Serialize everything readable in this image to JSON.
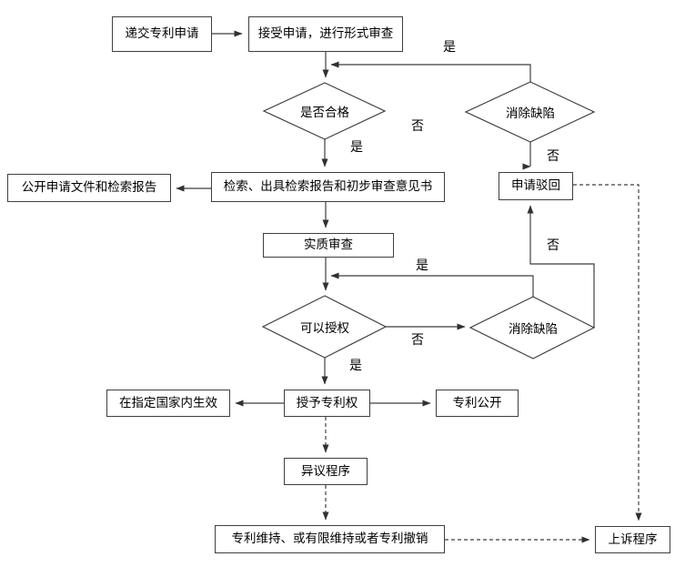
{
  "diagram": {
    "type": "flowchart",
    "subject": "patent-application-examination-process",
    "background": "#ffffff",
    "stroke_color": "#3f3f3f",
    "text_color": "#000000",
    "nodes": {
      "submit": {
        "label": "递交专利申请",
        "shape": "rect"
      },
      "accept": {
        "label": "接受申请，进行形式审查",
        "shape": "rect"
      },
      "qualify": {
        "label": "是否合格",
        "shape": "diamond"
      },
      "eliminate_top": {
        "label": "消除缺陷",
        "shape": "diamond"
      },
      "reject": {
        "label": "申请驳回",
        "shape": "rect"
      },
      "publish_docs": {
        "label": "公开申请文件和检索报告",
        "shape": "rect"
      },
      "search_report": {
        "label": "检索、出具检索报告和初步审查意见书",
        "shape": "rect"
      },
      "substantive_exam": {
        "label": "实质审查",
        "shape": "rect"
      },
      "grantable": {
        "label": "可以授权",
        "shape": "diamond"
      },
      "eliminate_mid": {
        "label": "消除缺陷",
        "shape": "diamond"
      },
      "grant": {
        "label": "授予专利权",
        "shape": "rect"
      },
      "effective": {
        "label": "在指定国家内生效",
        "shape": "rect"
      },
      "patent_publication": {
        "label": "专利公开",
        "shape": "rect"
      },
      "opposition": {
        "label": "异议程序",
        "shape": "rect"
      },
      "maintain": {
        "label": "专利维持、或有限维持或者专利撤销",
        "shape": "rect"
      },
      "appeal": {
        "label": "上诉程序",
        "shape": "rect"
      }
    },
    "edge_labels": {
      "yes_top": "是",
      "no_qualify": "否",
      "yes_qualify": "是",
      "no_reject_top": "否",
      "yes_back_mid": "是",
      "no_grantable": "否",
      "no_reject_mid": "否",
      "yes_grant": "是"
    },
    "edges": [
      {
        "from": "submit",
        "to": "accept",
        "style": "solid"
      },
      {
        "from": "accept",
        "to": "qualify",
        "style": "solid"
      },
      {
        "from": "eliminate_top",
        "to": "qualify",
        "label": "是",
        "style": "solid"
      },
      {
        "from": "qualify",
        "to": "eliminate_top",
        "label": "否",
        "style": "label-only"
      },
      {
        "from": "eliminate_top",
        "to": "reject",
        "label": "否",
        "style": "solid"
      },
      {
        "from": "qualify",
        "to": "search_report",
        "label": "是",
        "style": "solid"
      },
      {
        "from": "search_report",
        "to": "publish_docs",
        "style": "solid"
      },
      {
        "from": "search_report",
        "to": "substantive_exam",
        "style": "solid"
      },
      {
        "from": "substantive_exam",
        "to": "grantable",
        "style": "solid"
      },
      {
        "from": "eliminate_mid",
        "to": "grantable",
        "label": "是",
        "style": "solid"
      },
      {
        "from": "grantable",
        "to": "eliminate_mid",
        "label": "否",
        "style": "solid"
      },
      {
        "from": "eliminate_mid",
        "to": "reject",
        "label": "否",
        "style": "solid"
      },
      {
        "from": "grantable",
        "to": "grant",
        "label": "是",
        "style": "solid"
      },
      {
        "from": "grant",
        "to": "effective",
        "style": "solid"
      },
      {
        "from": "grant",
        "to": "patent_publication",
        "style": "solid"
      },
      {
        "from": "grant",
        "to": "opposition",
        "style": "dashed"
      },
      {
        "from": "opposition",
        "to": "maintain",
        "style": "dashed"
      },
      {
        "from": "maintain",
        "to": "appeal",
        "style": "dashed"
      },
      {
        "from": "reject",
        "to": "appeal",
        "style": "dashed"
      }
    ]
  }
}
